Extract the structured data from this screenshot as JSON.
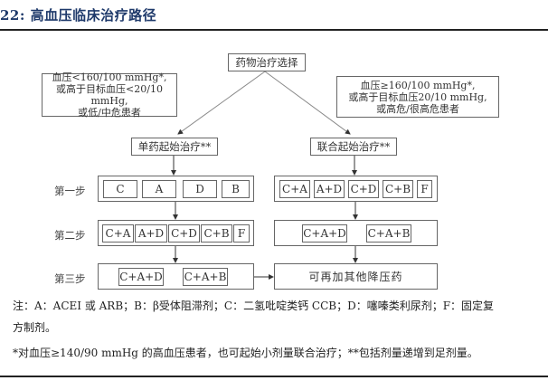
{
  "title": "22:  高血压临床治疗路径",
  "diagram": {
    "root": "药物治疗选择",
    "left_condition": [
      "血压<160/100 mmHg*,",
      "或高于目标血压<20/10 mmHg,",
      "或低/中危患者"
    ],
    "right_condition": [
      "血压≥160/100 mmHg*,",
      "或高于目标血压20/10 mmHg,",
      "或高危/很高危患者"
    ],
    "left_branch": "单药起始治疗**",
    "right_branch": "联合起始治疗**",
    "steps": [
      "第一步",
      "第二步",
      "第三步"
    ],
    "left_step1": [
      "C",
      "A",
      "D",
      "B"
    ],
    "right_step1": [
      "C+A",
      "A+D",
      "C+D",
      "C+B",
      "F"
    ],
    "left_step2": [
      "C+A",
      "A+D",
      "C+D",
      "C+B",
      "F"
    ],
    "right_step2": [
      "C+A+D",
      "C+A+B"
    ],
    "left_step3": [
      "C+A+D",
      "C+A+B"
    ],
    "right_step3": "可再加其他降压药"
  },
  "notes": {
    "line1": "注：A：ACEI 或 ARB；B：β受体阻滞剂；C：二氢吡啶类钙 CCB；D：噻嗪类利尿剂；F：固定复",
    "line2": "方制剂。",
    "line3": "*对血压≥140/90 mmHg 的高血压患者，也可起始小剂量联合治疗；**包括剂量递增到足剂量。"
  }
}
